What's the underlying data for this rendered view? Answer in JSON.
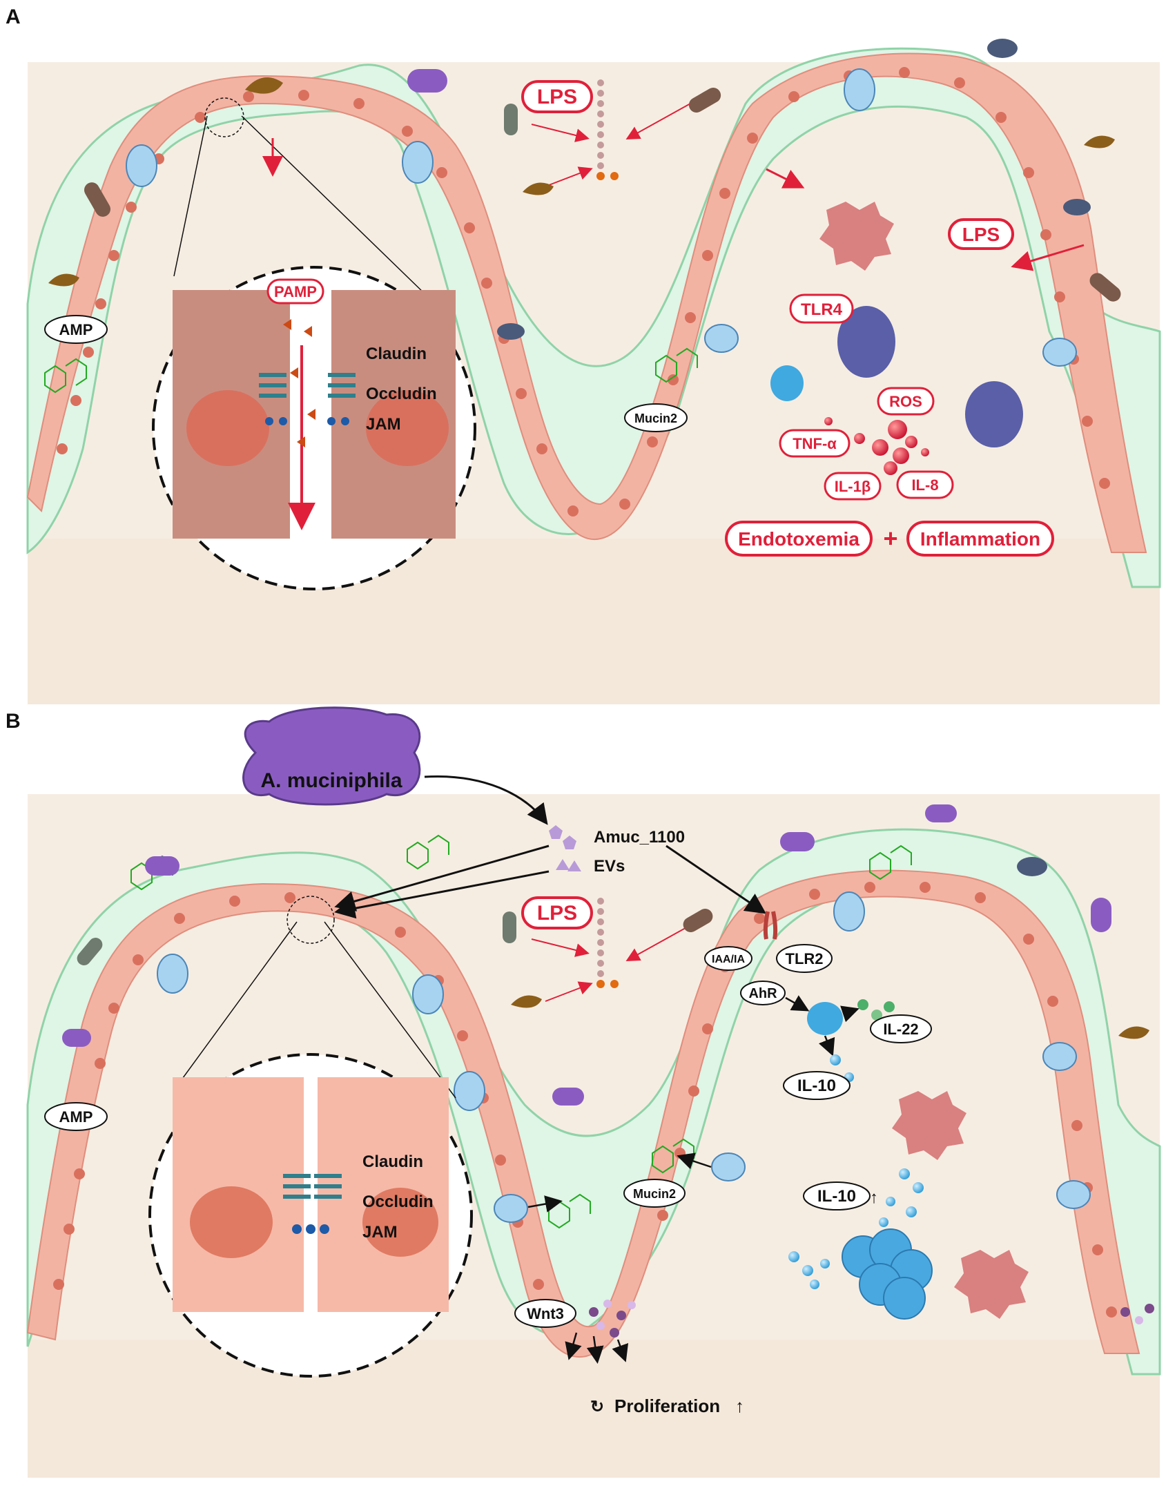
{
  "panels": {
    "a": {
      "letter": "A",
      "labels": {
        "lps_top": "LPS",
        "lps_right": "LPS",
        "pamp": "PAMP",
        "claudin": "Claudin",
        "occludin": "Occludin",
        "jam": "JAM",
        "amp": "AMP",
        "mucin2": "Mucin2",
        "tlr4": "TLR4",
        "ros": "ROS",
        "tnf": "TNF-α",
        "il1b": "IL-1β",
        "il8": "IL-8",
        "endotoxemia": "Endotoxemia",
        "plus": "+",
        "inflammation": "Inflammation"
      }
    },
    "b": {
      "letter": "B",
      "labels": {
        "akk": "A. muciniphila",
        "amuc": "Amuc_1100",
        "evs": "EVs",
        "lps": "LPS",
        "tlr2": "TLR2",
        "iaa": "IAA/IA",
        "ahr": "AhR",
        "il22": "IL-22",
        "il10_a": "IL-10",
        "il10_b": "IL-10",
        "amp": "AMP",
        "claudin": "Claudin",
        "occludin": "Occludin",
        "jam": "JAM",
        "mucin2": "Mucin2",
        "wnt3": "Wnt3",
        "proliferation": "Proliferation"
      }
    }
  },
  "colors": {
    "mucus": "#dff5e6",
    "mucus_edge": "#8fd3a8",
    "lamina": "#f6ede2",
    "epithelium": "#f2b3a3",
    "nucleus": "#d9705e",
    "accent_red": "#e0203a",
    "goblet": "#a8d3f0",
    "macrophage": "#5a5fa8",
    "akk": "#8a5cc2"
  },
  "icons": [
    "bacterium-icon",
    "lps-chain-icon",
    "goblet-cell-icon",
    "macrophage-icon",
    "dendritic-cell-icon",
    "mucin-icon",
    "tight-junction-icon",
    "cytokine-dot-icon"
  ]
}
